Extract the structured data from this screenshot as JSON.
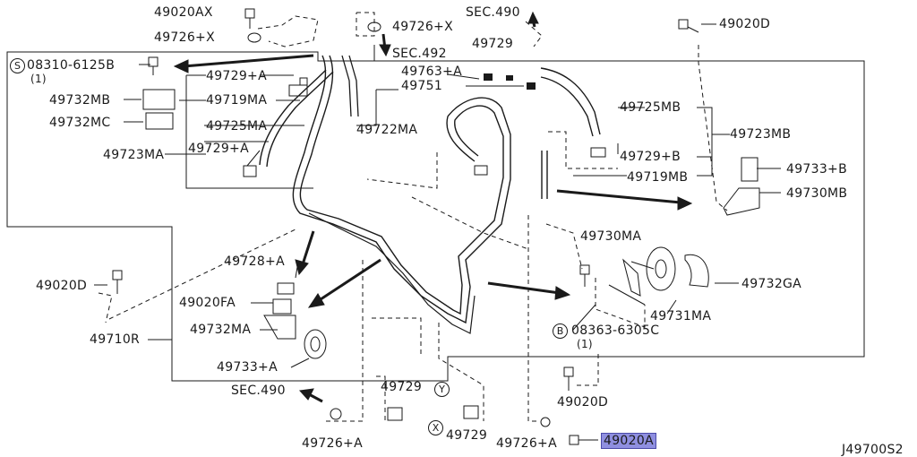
{
  "diagram": {
    "code": "J49700S2",
    "labels": {
      "b49020AX": "49020AX",
      "w49726X_l": "49726+X",
      "w49726X_r": "49726+X",
      "sec490_top": "SEC.490",
      "sec492": "SEC.492",
      "c49729": "49729",
      "b49020D_top": "49020D",
      "s08310": "08310-6125B",
      "s08310_qty": "(1)",
      "c49729A_1": "49729+A",
      "h49719MA": "49719MA",
      "p49732MB": "49732MB",
      "p49732MC": "49732MC",
      "g49725MA": "49725MA",
      "c49729A_2": "49729+A",
      "g49723MA": "49723MA",
      "x49763A": "49763+A",
      "x49751": "49751",
      "h49722MA": "49722MA",
      "h49725MB": "49725MB",
      "g49723MB": "49723MB",
      "c49729B": "49729+B",
      "h49719MB": "49719MB",
      "r49733B": "49733+B",
      "r49730MB": "49730MB",
      "r49730MA": "49730MA",
      "r49732GA": "49732GA",
      "r49731MA": "49731MA",
      "b08363": "08363-6305C",
      "b08363_qty": "(1)",
      "b49020D_left": "49020D",
      "c49728A": "49728+A",
      "b49020FA": "49020FA",
      "r49732MA": "49732MA",
      "a49710R": "49710R",
      "r49733A": "49733+A",
      "sec490_bottom": "SEC.490",
      "c49729_y": "49729",
      "c49729_x": "49729",
      "w49726A_left": "49726+A",
      "w49726A_mid": "49726+A",
      "b49020A": "49020A",
      "b49020D_mid": "49020D"
    },
    "markers": {
      "S": "S",
      "B": "B",
      "Y": "Y",
      "X": "X"
    }
  }
}
